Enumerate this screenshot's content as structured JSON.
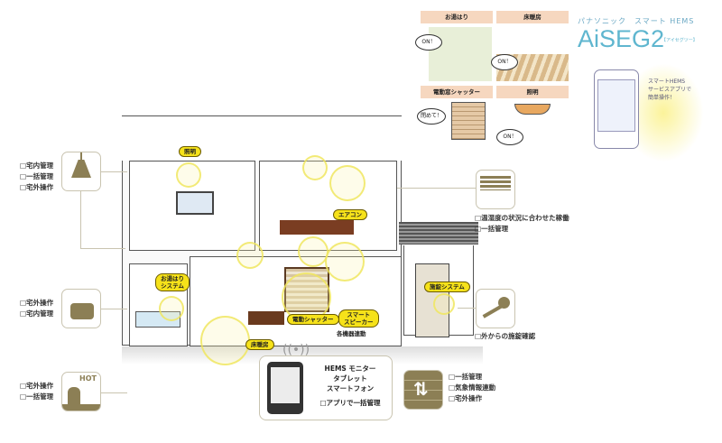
{
  "brand": {
    "subtitle": "パナソニック　スマート HEMS",
    "title": "AiSEG2",
    "reading": "【アイセグツー】",
    "app_caption": "スマートHEMS\nサービスアプリで\n簡単操作！"
  },
  "panels": [
    {
      "label": "お湯はり",
      "bubble": "ON！"
    },
    {
      "label": "床暖房",
      "bubble": "ON！"
    },
    {
      "label": "電動窓シャッター",
      "bubble": "閉めて！"
    },
    {
      "label": "照明",
      "bubble": "ON！"
    }
  ],
  "left_features": [
    {
      "icon": "lamp-icon",
      "items": [
        "□宅内管理",
        "□一括管理",
        "□宅外操作"
      ]
    },
    {
      "icon": "bath-icon",
      "items": [
        "□宅外操作",
        "□宅内管理"
      ]
    },
    {
      "icon": "floor-heating-cat-icon",
      "badge": "HOT",
      "items": [
        "□宅外操作",
        "□一括管理"
      ]
    }
  ],
  "right_features": [
    {
      "icon": "air-conditioner-icon",
      "items": [
        "□温湿度の状況に合わせた稼働",
        "□一括管理"
      ]
    },
    {
      "icon": "key-icon",
      "items": [
        "□外からの施錠確認"
      ]
    },
    {
      "icon": "shutter-icon",
      "items": [
        "□一括管理",
        "□気象情報連動",
        "□宅外操作"
      ]
    }
  ],
  "house_tags": {
    "light": "照明",
    "aircon": "エアコン",
    "bath": "お湯はり\nシステム",
    "shutter": "電動シャッター",
    "speaker": "スマート\nスピーカー",
    "linked": "各機器連動",
    "floor": "床暖房",
    "lock": "施錠システム"
  },
  "monitor": {
    "lines": [
      "HEMS モニター",
      "タブレット",
      "スマートフォン"
    ],
    "note": "□アプリで一括管理"
  }
}
